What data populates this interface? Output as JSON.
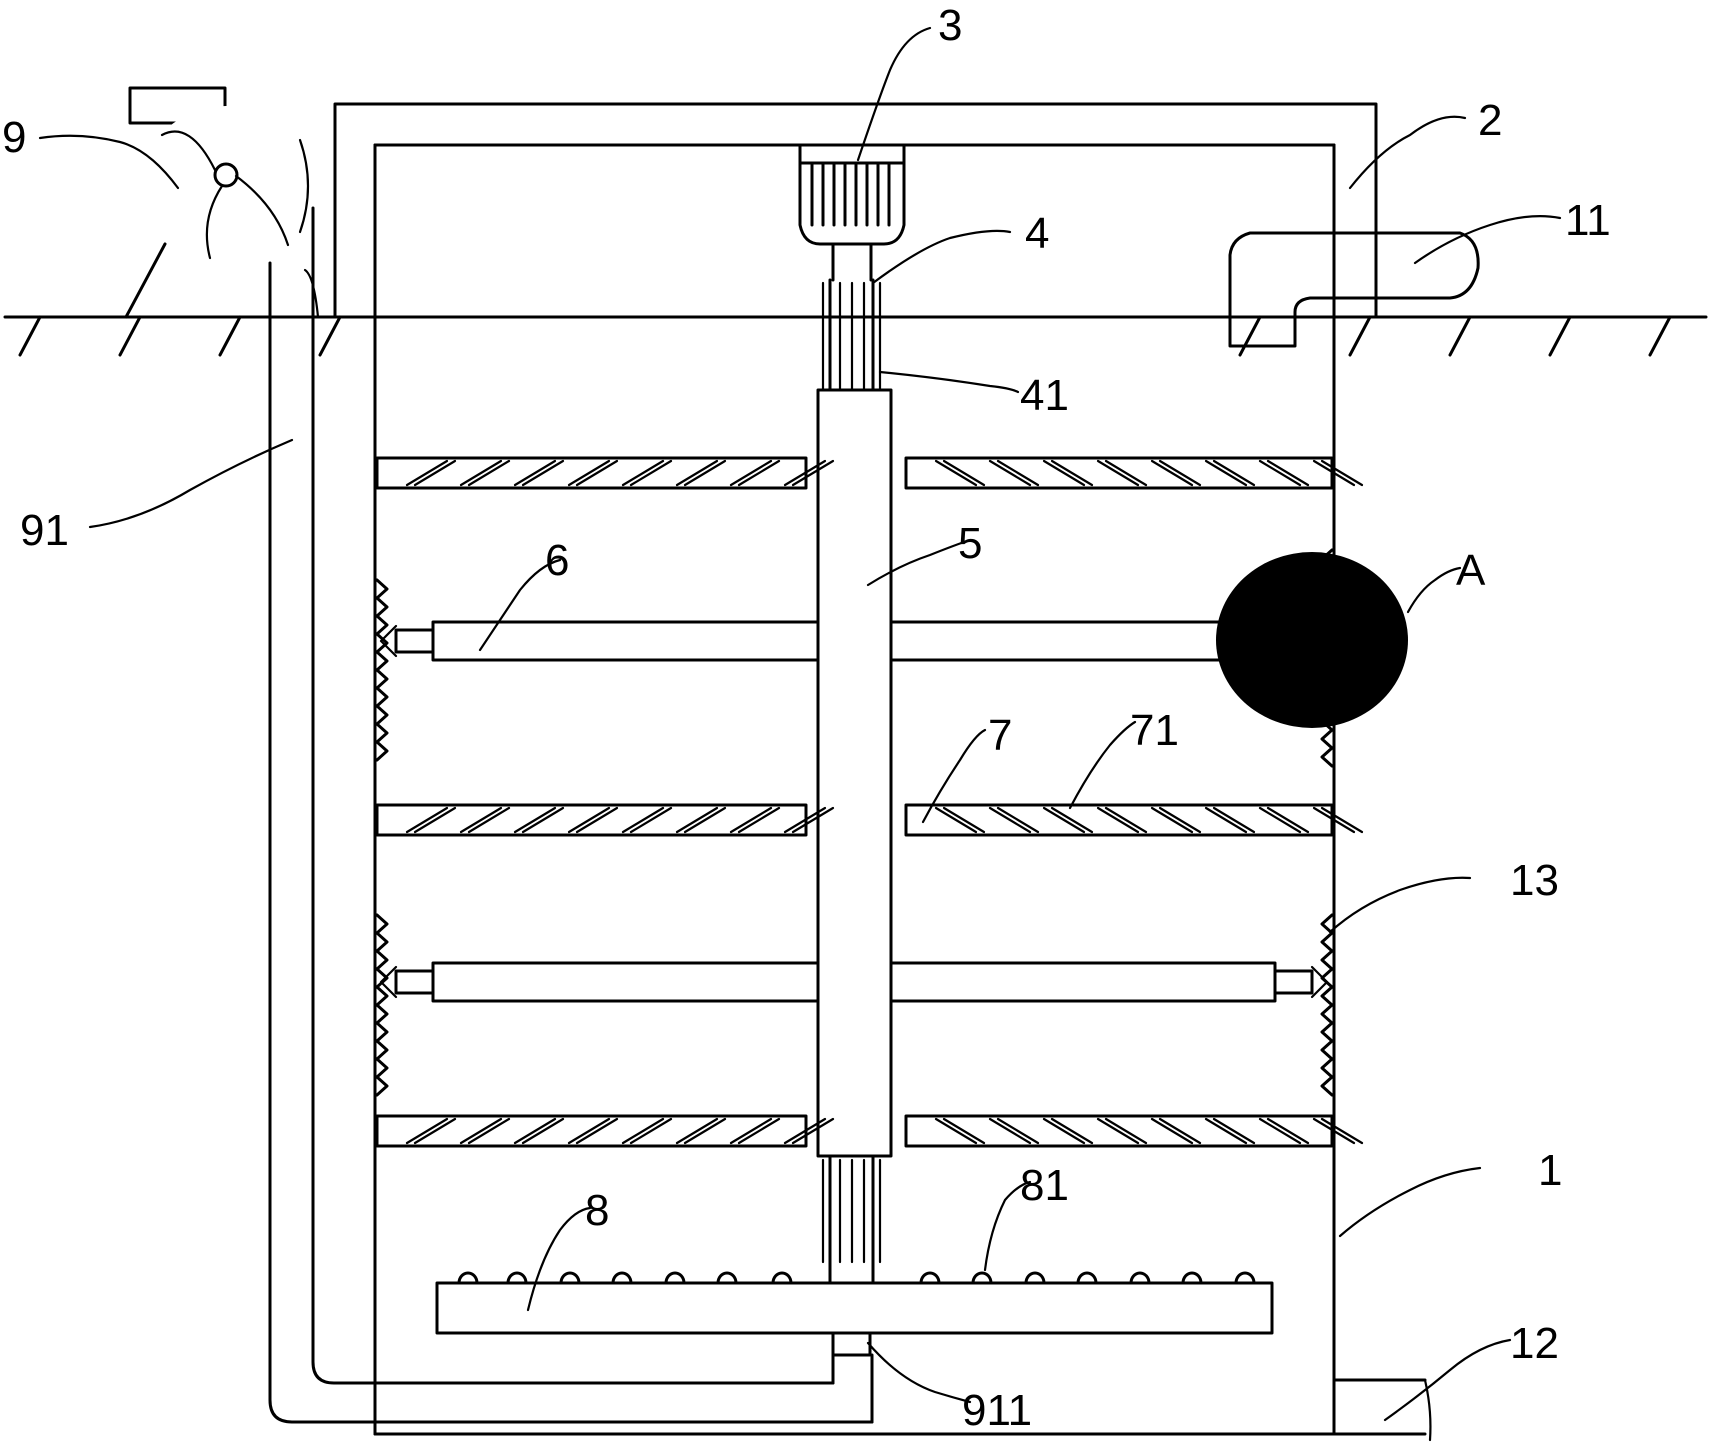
{
  "labels": {
    "l1": "1",
    "l2": "2",
    "l3": "3",
    "l4": "4",
    "l41": "41",
    "l5": "5",
    "l6": "6",
    "l7": "7",
    "l71": "71",
    "l8": "8",
    "l81": "81",
    "l9": "9",
    "l91": "91",
    "l911": "911",
    "l11": "11",
    "l12": "12",
    "l13": "13",
    "lA": "A"
  }
}
